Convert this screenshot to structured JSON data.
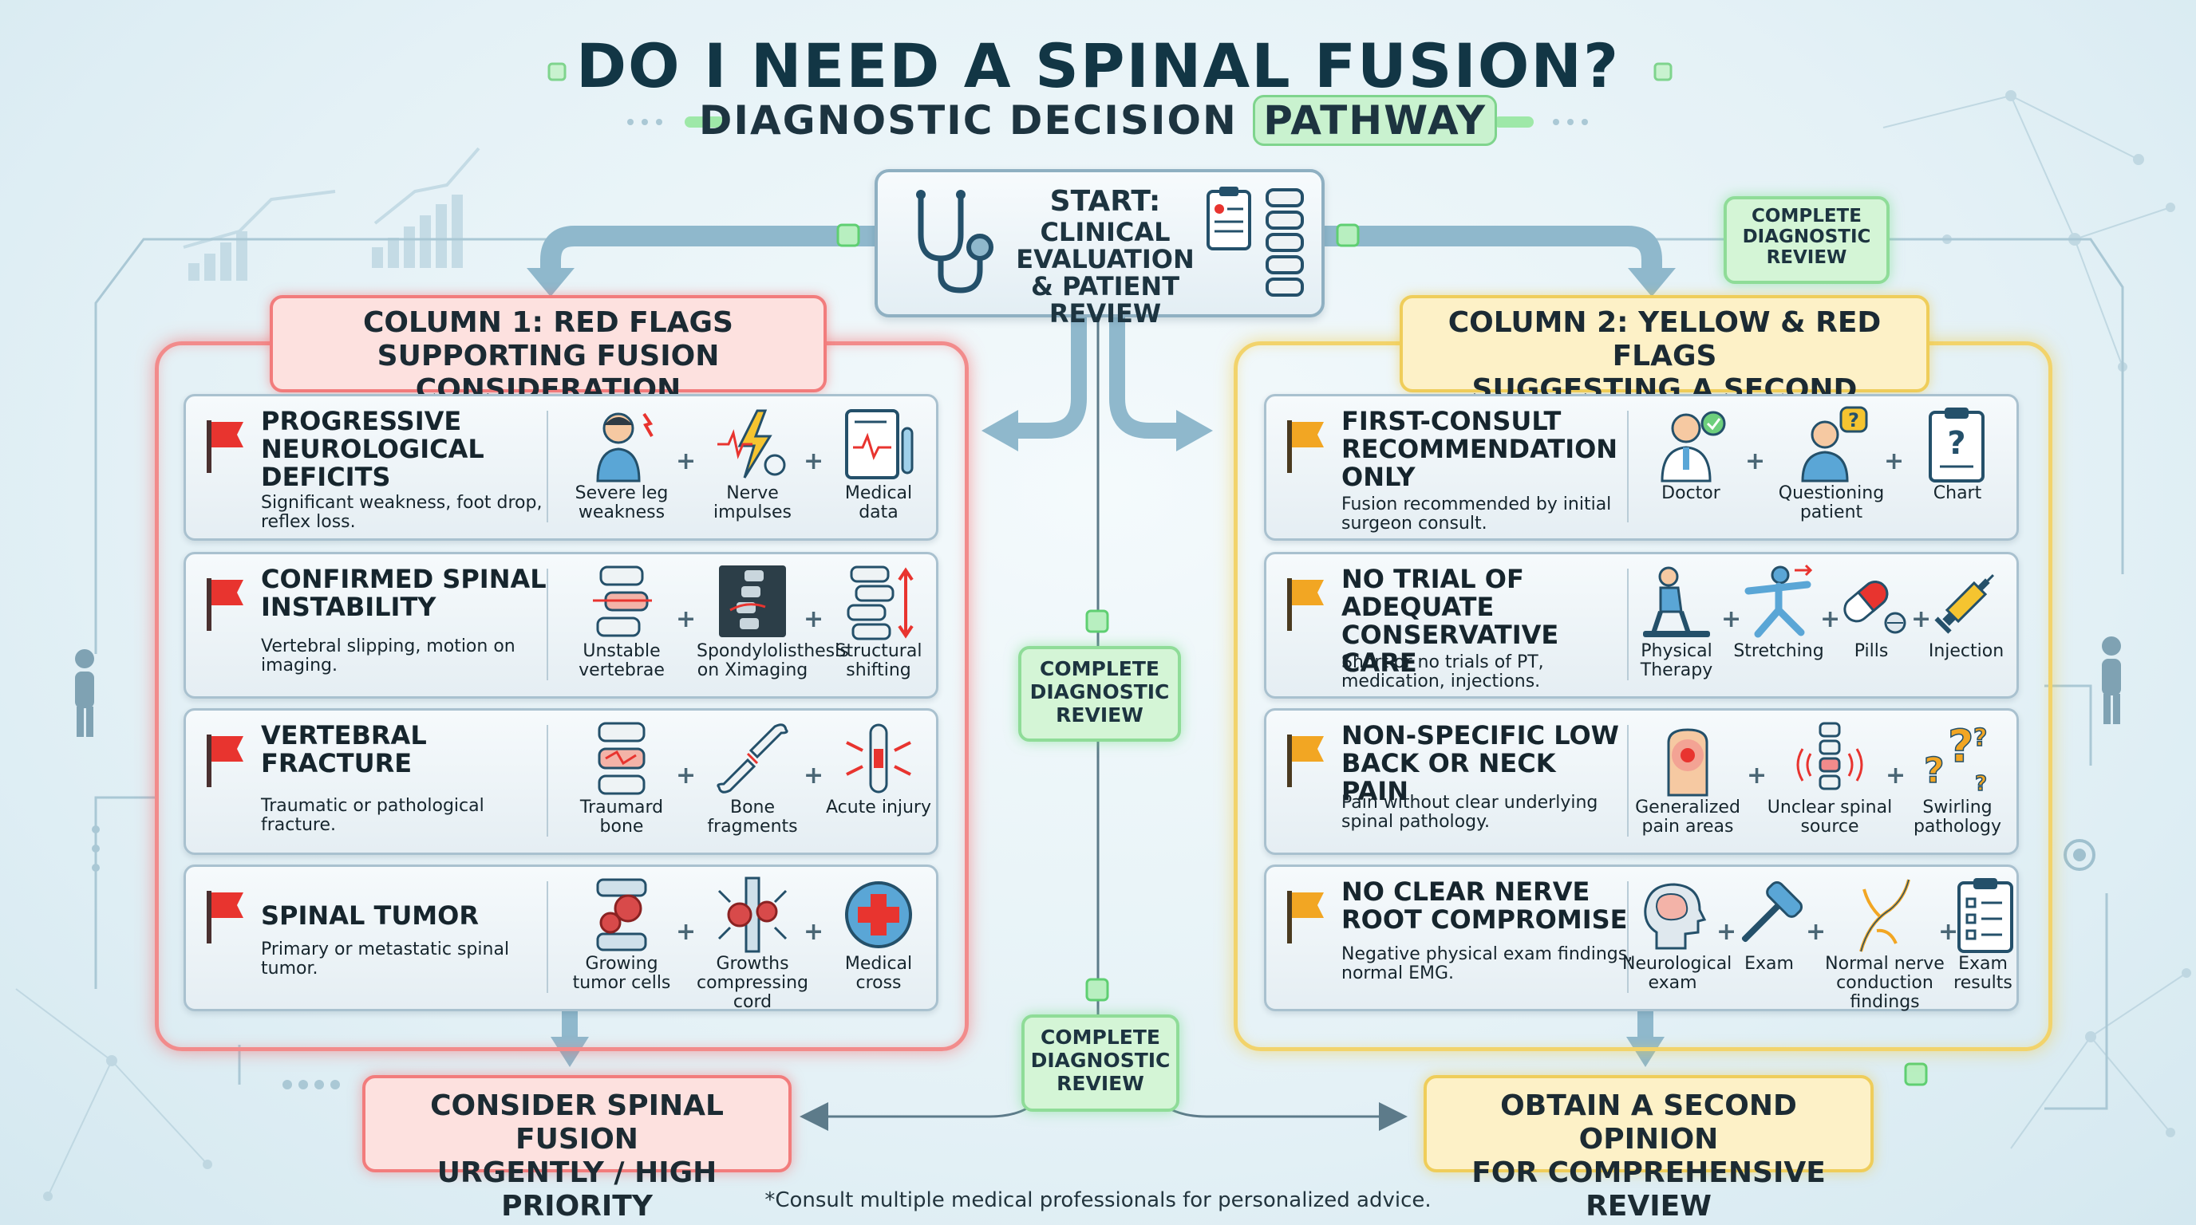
{
  "title": "DO I NEED A SPINAL FUSION?",
  "subtitle": {
    "lead": "DIAGNOSTIC DECISION",
    "highlight": "PATHWAY"
  },
  "start": {
    "line1": "START:",
    "line2": "CLINICAL EVALUATION & PATIENT REVIEW"
  },
  "review_badge": "COMPLETE DIAGNOSTIC REVIEW",
  "colors": {
    "red": "#f27c7c",
    "yellow": "#efcd5a",
    "green": "#8fdc98",
    "flag_red": "#e8342f",
    "flag_yellow": "#f2a623"
  },
  "column1": {
    "header_line1": "COLUMN 1: RED FLAGS",
    "header_line2": "SUPPORTING FUSION CONSIDERATION",
    "cards": [
      {
        "title": "PROGRESSIVE NEUROLOGICAL DEFICITS",
        "desc": "Significant weakness, foot drop, reflex loss.",
        "icons": [
          {
            "name": "person-pain-icon",
            "cap": "Severe leg weakness"
          },
          {
            "name": "nerve-impulse-icon",
            "cap": "Nerve impulses"
          },
          {
            "name": "medical-data-icon",
            "cap": "Medical data"
          }
        ]
      },
      {
        "title": "CONFIRMED SPINAL INSTABILITY",
        "desc": "Vertebral slipping, motion on imaging.",
        "icons": [
          {
            "name": "unstable-vertebrae-icon",
            "cap": "Unstable vertebrae"
          },
          {
            "name": "xray-icon",
            "cap": "Spondylolisthesis on Ximaging"
          },
          {
            "name": "shifting-spine-icon",
            "cap": "Structural shifting"
          }
        ]
      },
      {
        "title": "VERTEBRAL FRACTURE",
        "desc": "Traumatic or pathological fracture.",
        "icons": [
          {
            "name": "fractured-vertebra-icon",
            "cap": "Traumard bone"
          },
          {
            "name": "broken-bone-icon",
            "cap": "Bone fragments"
          },
          {
            "name": "acute-injury-icon",
            "cap": "Acute injury"
          }
        ]
      },
      {
        "title": "SPINAL TUMOR",
        "desc": "Primary or metastatic spinal tumor.",
        "icons": [
          {
            "name": "tumor-cells-icon",
            "cap": "Growing tumor cells"
          },
          {
            "name": "compressed-cord-icon",
            "cap": "Growths compressing cord"
          },
          {
            "name": "medical-cross-icon",
            "cap": "Medical cross"
          }
        ]
      }
    ]
  },
  "column2": {
    "header_line1": "COLUMN 2: YELLOW & RED FLAGS",
    "header_line2": "SUGGESTING A SECOND OPINION",
    "cards": [
      {
        "title": "FIRST-CONSULT RECOMMENDATION ONLY",
        "desc": "Fusion recommended by initial surgeon consult.",
        "icons": [
          {
            "name": "doctor-icon",
            "cap": "Doctor"
          },
          {
            "name": "questioning-patient-icon",
            "cap": "Questioning patient"
          },
          {
            "name": "chart-clipboard-icon",
            "cap": "Chart"
          }
        ]
      },
      {
        "title": "NO TRIAL OF ADEQUATE CONSERVATIVE CARE",
        "desc": "Short or no trials of PT, medication, injections.",
        "icons": [
          {
            "name": "physical-therapy-icon",
            "cap": "Physical Therapy"
          },
          {
            "name": "stretching-icon",
            "cap": "Stretching"
          },
          {
            "name": "pills-icon",
            "cap": "Pills"
          },
          {
            "name": "syringe-icon",
            "cap": "Injection"
          }
        ]
      },
      {
        "title": "NON-SPECIFIC LOW BACK OR NECK PAIN",
        "desc": "Pain without clear underlying spinal pathology.",
        "icons": [
          {
            "name": "pain-area-icon",
            "cap": "Generalized pain areas"
          },
          {
            "name": "spine-source-icon",
            "cap": "Unclear spinal source"
          },
          {
            "name": "question-marks-icon",
            "cap": "Swirling pathology"
          }
        ]
      },
      {
        "title": "NO CLEAR NERVE ROOT COMPROMISE",
        "desc": "Negative physical exam findings, normal EMG.",
        "icons": [
          {
            "name": "brain-head-icon",
            "cap": "Neurological exam"
          },
          {
            "name": "reflex-hammer-icon",
            "cap": "Exam"
          },
          {
            "name": "nerve-lines-icon",
            "cap": "Normal nerve conduction findings"
          },
          {
            "name": "exam-results-icon",
            "cap": "Exam results"
          }
        ]
      }
    ]
  },
  "outcome1": {
    "line1": "CONSIDER SPINAL FUSION",
    "line2": "URGENTLY / HIGH PRIORITY"
  },
  "outcome2": {
    "line1": "OBTAIN A SECOND OPINION",
    "line2": "FOR COMPREHENSIVE REVIEW"
  },
  "footnote": "*Consult multiple medical professionals for personalized advice."
}
